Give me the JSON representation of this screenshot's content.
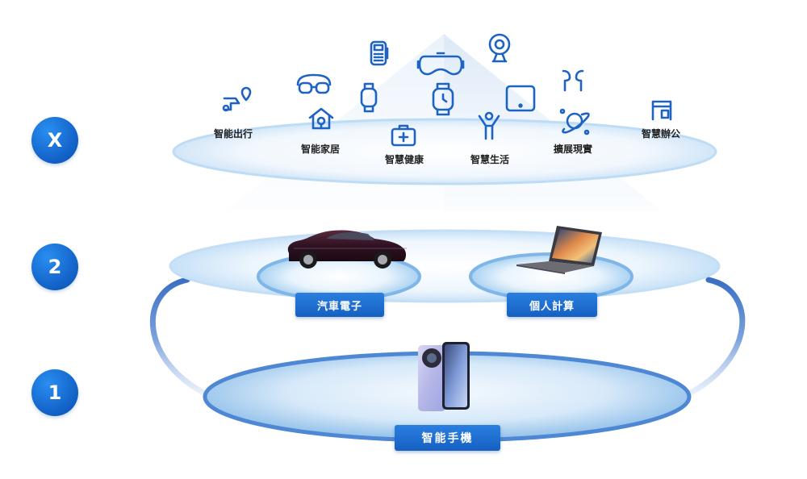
{
  "tiers": [
    {
      "id": "x",
      "label": "X"
    },
    {
      "id": "2",
      "label": "2"
    },
    {
      "id": "1",
      "label": "1"
    }
  ],
  "scenarios": [
    {
      "label": "智能出行",
      "icon": "map-route-icon"
    },
    {
      "label": "智能家居",
      "icon": "smart-home-icon"
    },
    {
      "label": "智慧健康",
      "icon": "medical-kit-icon"
    },
    {
      "label": "智慧生活",
      "icon": "person-activity-icon"
    },
    {
      "label": "擴展現實",
      "icon": "orbit-planet-icon"
    },
    {
      "label": "智慧辦公",
      "icon": "office-desk-icon"
    }
  ],
  "devices_icons": [
    "vr-glasses-icon",
    "pos-terminal-icon",
    "vr-headset-icon",
    "webcam-icon",
    "smartwatch-icon",
    "tablet-icon",
    "earbuds-icon"
  ],
  "tier2_devices": [
    {
      "label": "汽車電子",
      "icon": "sedan-car-icon"
    },
    {
      "label": "個人計算",
      "icon": "laptop-icon"
    }
  ],
  "tier1_device": {
    "label": "智能手機",
    "icon": "smartphone-icon"
  },
  "colors": {
    "accent": "#1565c8",
    "icon": "#1d63c4",
    "platform_light": "#dceefc",
    "badge": "#1466cc"
  }
}
